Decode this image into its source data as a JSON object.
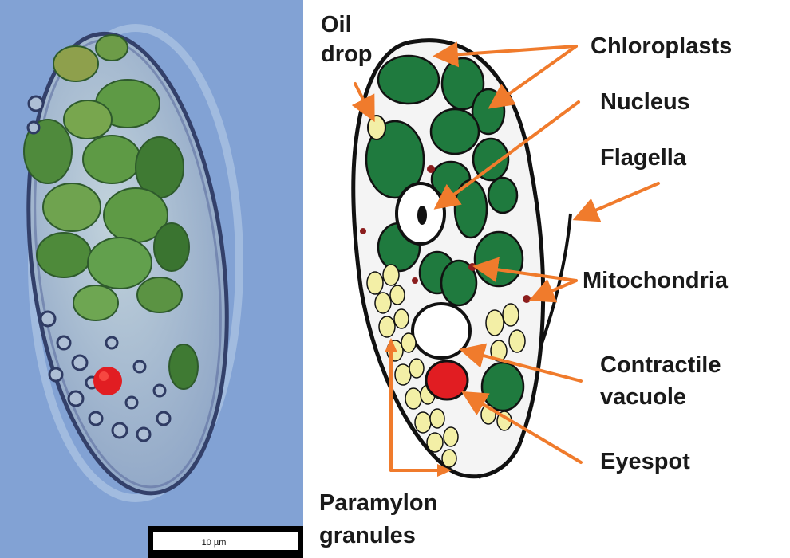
{
  "labels": {
    "oil_drop_line1": "Oil",
    "oil_drop_line2": "drop",
    "chloroplasts": "Chloroplasts",
    "nucleus": "Nucleus",
    "flagella": "Flagella",
    "mitochondria": "Mitochondria",
    "contractile_line1": "Contractile",
    "contractile_line2": "vacuole",
    "eyespot": "Eyespot",
    "paramylon_line1": "Paramylon",
    "paramylon_line2": "granules"
  },
  "scale_bar": {
    "text": "10 µm"
  },
  "colors": {
    "arrow": "#f07b2c",
    "chloroplast": "#1f7a3e",
    "granule": "#f3efa6",
    "eyespot": "#e11d22",
    "micro_background": "#7f9fd3",
    "outline": "#111111"
  }
}
